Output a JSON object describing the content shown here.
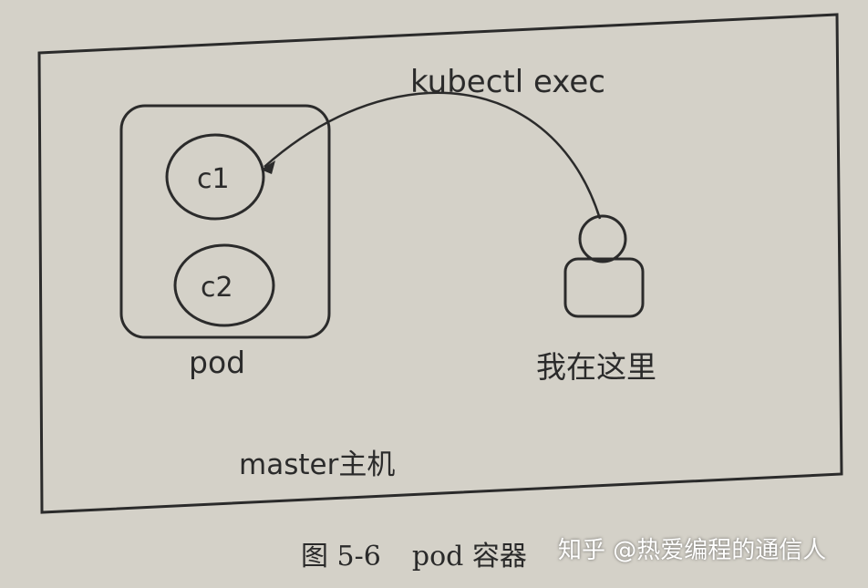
{
  "diagram": {
    "arrow_label": "kubectl exec",
    "container_1": "c1",
    "container_2": "c2",
    "pod_label": "pod",
    "user_label": "我在这里",
    "host_label": "master主机",
    "user_icon": "person-icon"
  },
  "caption": {
    "figure_number": "图 5-6",
    "title": "pod 容器"
  },
  "watermark": {
    "text": "知乎 @热爱编程的通信人"
  },
  "colors": {
    "paper": "#d4d1c8",
    "ink": "#2b2b2b"
  }
}
